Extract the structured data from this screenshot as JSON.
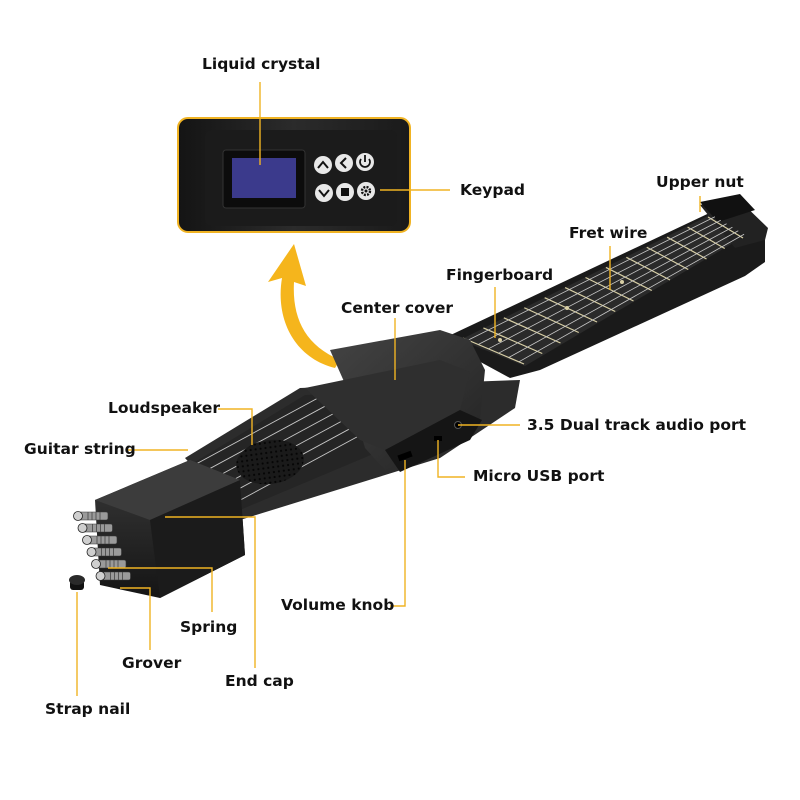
{
  "colors": {
    "leader": "#f0b323",
    "arrow": "#f5b51c",
    "body": "#1e1e1e",
    "body_light": "#3a3a3a",
    "fret": "#d8cfa5",
    "string": "#c9c9c9",
    "screen": "#3b3a8c"
  },
  "icons": [
    "up-icon",
    "back-icon",
    "power-icon",
    "down-icon",
    "stop-icon",
    "gear-icon"
  ],
  "labels": {
    "liquid_crystal": "Liquid crystal",
    "keypad": "Keypad",
    "upper_nut": "Upper nut",
    "fret_wire": "Fret wire",
    "fingerboard": "Fingerboard",
    "center_cover": "Center cover",
    "loudspeaker": "Loudspeaker",
    "audio_port": "3.5 Dual track audio port",
    "guitar_string": "Guitar string",
    "micro_usb": "Micro USB port",
    "volume_knob": "Volume knob",
    "spring": "Spring",
    "grover": "Grover",
    "end_cap": "End cap",
    "strap_nail": "Strap nail"
  }
}
